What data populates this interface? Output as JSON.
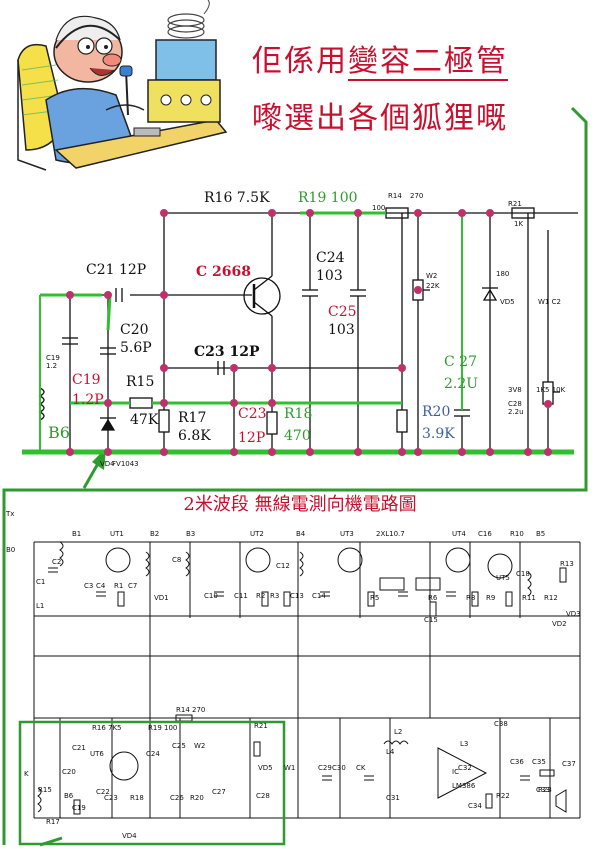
{
  "caption": {
    "line1_a": "佢係用",
    "line1_b": "變容二極管",
    "line2": "嚟選出各個狐狸嘅"
  },
  "schematic_title": "2米波段 無線電測向機電路圖",
  "top_labels": {
    "r16": "R16 7.5K",
    "r19": "R19 100",
    "r14": "R14",
    "r14v": "270",
    "r14n": "100",
    "r21": "R21",
    "r21v": "1K",
    "c21": "C21 12P",
    "c2668": "C 2668",
    "c24": "C24",
    "c24v": "103",
    "c25": "C25",
    "c25v": "103",
    "w2": "W2",
    "w2v": "22K",
    "c20": "C20",
    "c20v": "5.6P",
    "c23": "C23 12P",
    "r15": "R15",
    "r15v": "47K",
    "r17": "R17",
    "r17v": "6.8K",
    "c23b": "C23",
    "c23bv": "12P",
    "r18": "R18",
    "r18v": "470",
    "c27": "C 27",
    "c27v": "2.2U",
    "r20": "R20",
    "r20v": "3.9K",
    "c19s": "C19",
    "c19sv": "1.2",
    "c19": "C19",
    "c19v": "1.2P",
    "b6": "B6",
    "vd4": "VD4",
    "vd4v": "FV1043",
    "d180": "180",
    "vd5": "VD5",
    "w1c2": "W1 C2",
    "c28": "C28",
    "c28v": "2.2u",
    "n3v8": "3V8",
    "w1k5": "1K5 10K"
  },
  "bottom_labels": [
    "Tx",
    "B1",
    "UT1",
    "B2",
    "B3",
    "UT2",
    "B4",
    "UT3",
    "2XL10.7",
    "UT4",
    "C16",
    "R10",
    "B5",
    "B0",
    "C2",
    "C1",
    "L1",
    "C3",
    "C4",
    "R1",
    "C7",
    "C8",
    "VD1",
    "C10",
    "C11",
    "R2",
    "C12",
    "R3",
    "C13",
    "C14",
    "R5",
    "R6",
    "C15",
    "R8",
    "R9",
    "C18",
    "UT5",
    "R11",
    "R12",
    "R13",
    "VD2",
    "VD3",
    "R14 270",
    "R16 7K5",
    "R19 100",
    "C21",
    "UT6",
    "C24",
    "C25",
    "W2",
    "C20",
    "C22",
    "C23",
    "R18",
    "C26",
    "R20",
    "C27",
    "R21",
    "VD5",
    "W1",
    "C28",
    "C29",
    "C30",
    "CK",
    "L4",
    "C31",
    "L2",
    "C38",
    "L3",
    "C33",
    "C32",
    "IC",
    "LM386",
    "C34",
    "R22",
    "C36",
    "C35",
    "R23",
    "C37",
    "K",
    "B6",
    "R15",
    "C19",
    "R17",
    "VD4"
  ]
}
